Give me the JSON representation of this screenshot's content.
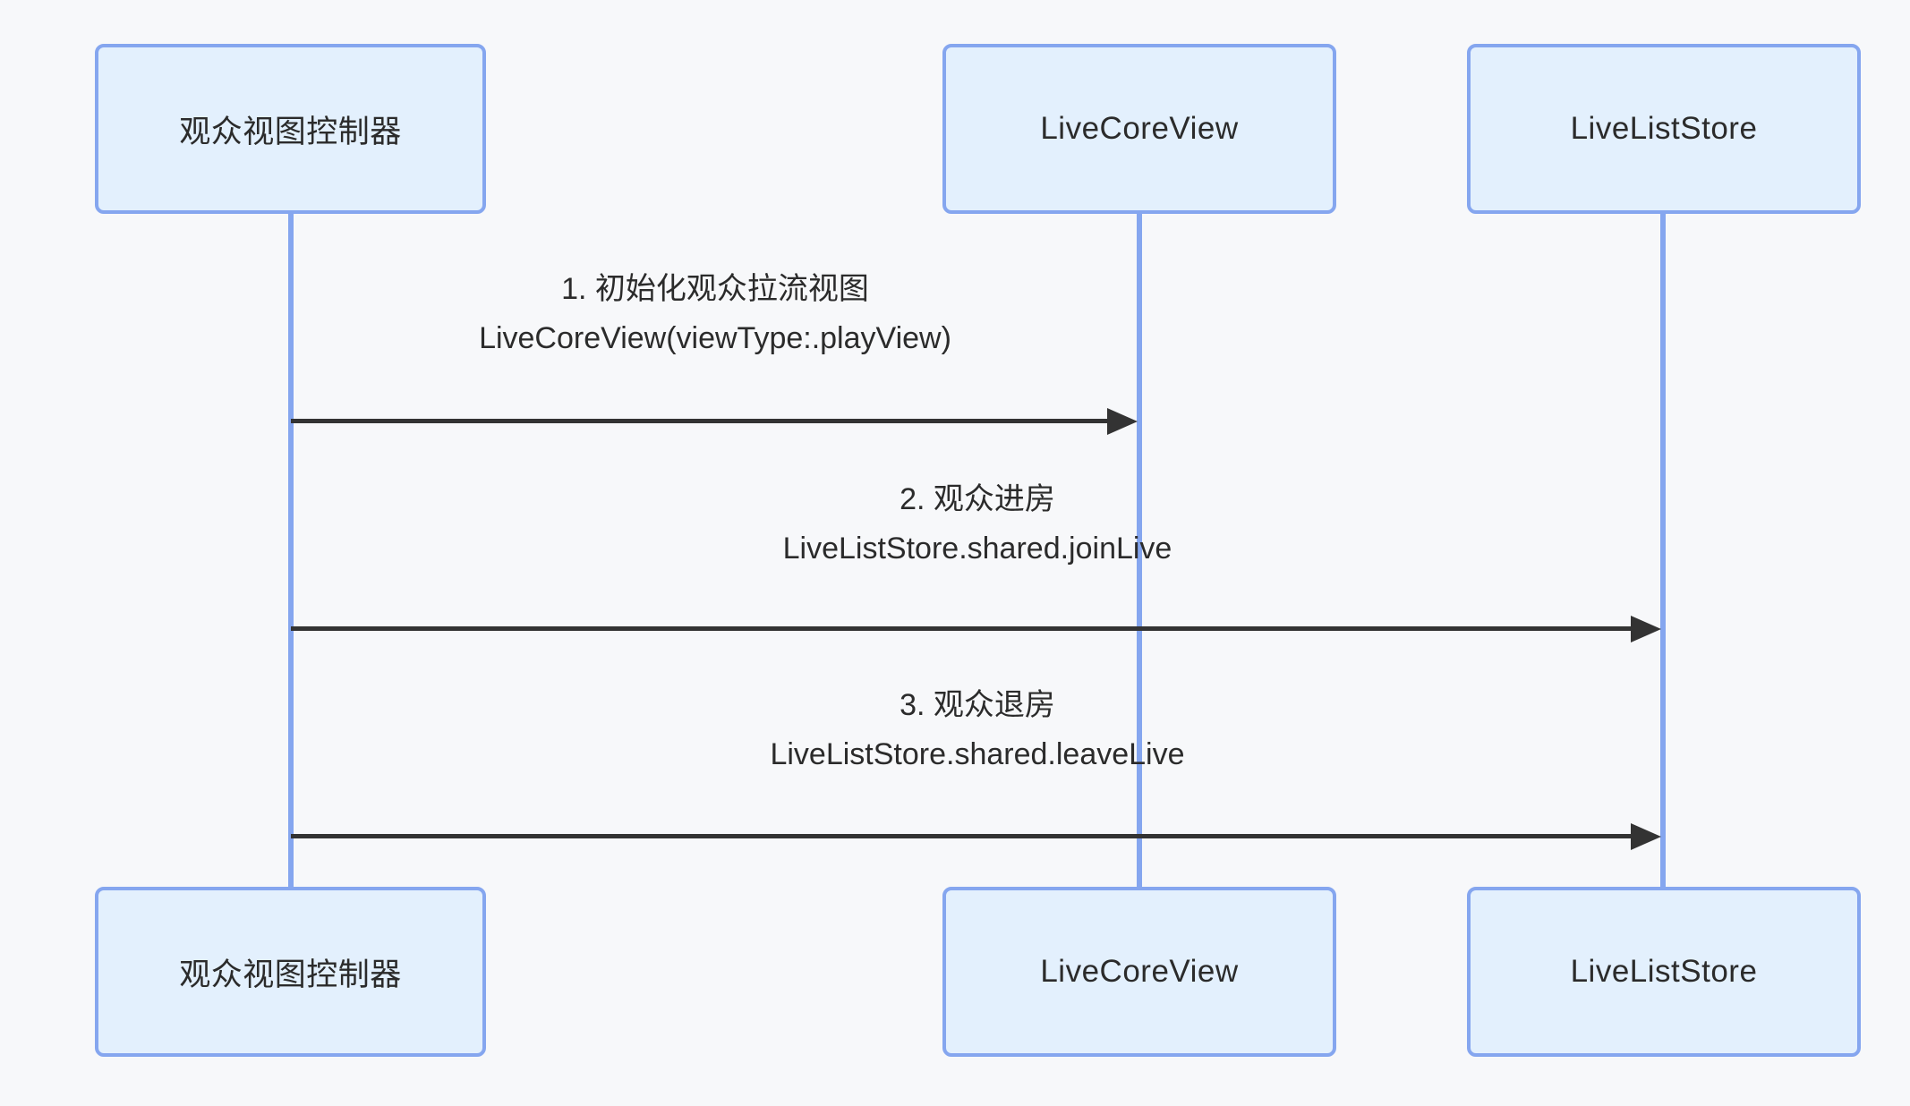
{
  "diagram": {
    "type": "sequence",
    "background": "#f7f8fa",
    "colors": {
      "actor_fill": "#e3f0fd",
      "actor_border": "#85a6ef",
      "lifeline": "#85a6ef",
      "arrow": "#333333",
      "text": "#2b2b2b",
      "background": "#f7f8fa"
    },
    "actors": [
      {
        "label": "观众视图控制器"
      },
      {
        "label": "LiveCoreView"
      },
      {
        "label": "LiveListStore"
      }
    ],
    "messages": [
      {
        "number": "1",
        "line1": "1. 初始化观众拉流视图",
        "line2": "LiveCoreView(viewType:.playView)",
        "from": "观众视图控制器",
        "to": "LiveCoreView",
        "arrow": "solid-filled-head"
      },
      {
        "number": "2",
        "line1": "2. 观众进房",
        "line2": "LiveListStore.shared.joinLive",
        "from": "观众视图控制器",
        "to": "LiveListStore",
        "arrow": "solid-filled-head"
      },
      {
        "number": "3",
        "line1": "3. 观众退房",
        "line2": "LiveListStore.shared.leaveLive",
        "from": "观众视图控制器",
        "to": "LiveListStore",
        "arrow": "solid-filled-head"
      }
    ]
  }
}
